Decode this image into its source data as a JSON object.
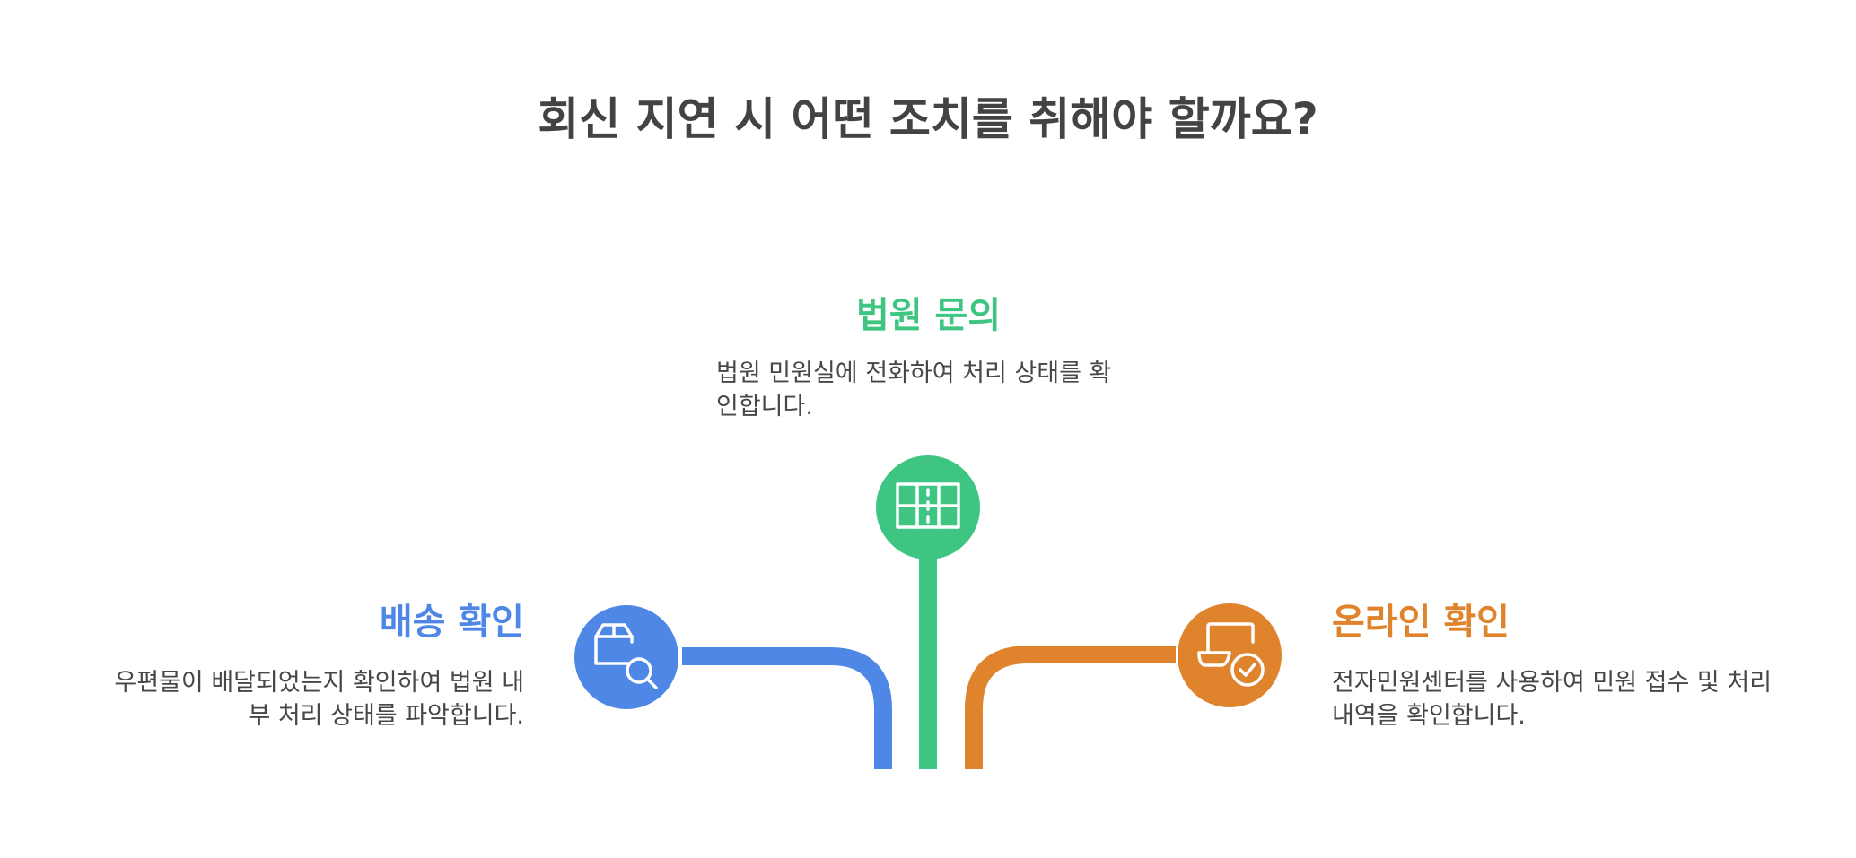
{
  "title": "회신 지연 시 어떤 조치를 취해야 할까요?",
  "options": [
    {
      "heading": "법원 문의",
      "description": "법원 민원실에 전화하여 처리 상태를 확인합니다.",
      "color": "#3fc582",
      "icon": "court-building-icon"
    },
    {
      "heading": "배송 확인",
      "description": "우편물이 배달되었는지 확인하여 법원 내부 처리 상태를 파악합니다.",
      "color": "#4e87e6",
      "icon": "package-search-icon"
    },
    {
      "heading": "온라인 확인",
      "description": "전자민원센터를 사용하여 민원 접수 및 처리 내역을 확인합니다.",
      "color": "#e0832d",
      "icon": "laptop-check-icon"
    }
  ]
}
